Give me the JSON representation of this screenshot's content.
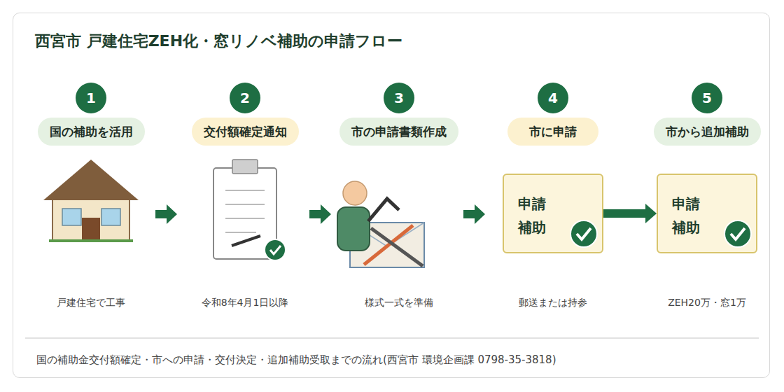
{
  "diagram": {
    "title": "西宮市 戸建住宅ZEH化・窓リノベ補助の申請フロー",
    "caption": "国の補助金交付額確定・市への申請・交付決定・追加補助受取までの流れ(西宮市 環境企画課 0798-35-3818)",
    "nodes": [
      {
        "text": [
          "1"
        ]
      },
      {
        "text": [
          "2"
        ]
      },
      {
        "text": [
          "3"
        ]
      },
      {
        "text": [
          "4"
        ]
      },
      {
        "text": [
          "5"
        ]
      },
      {
        "text": [
          "国の補助を活用"
        ]
      },
      {
        "text": [
          "交付額確定通知"
        ]
      },
      {
        "text": [
          "市の申請書類作成"
        ]
      },
      {
        "text": [
          "市に申請"
        ]
      },
      {
        "text": [
          "市から追加補助"
        ]
      },
      {
        "text": [
          "申請 補助"
        ]
      },
      {
        "text": [
          "申請 補助"
        ]
      }
    ],
    "edges": [
      {
        "from": 10,
        "to": 11,
        "arrow": "to"
      }
    ],
    "labels": [
      "戸建住宅で工事",
      "令和8年4月1日以降",
      "様式一式を準備",
      "郵送または持参",
      "ZEH20万・窓1万"
    ]
  }
}
